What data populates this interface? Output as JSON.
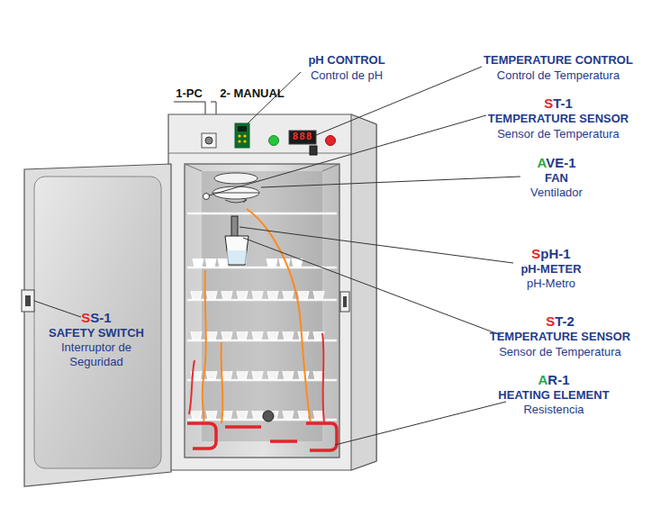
{
  "diagram": {
    "labels": [
      "1-PC",
      "2- MANUAL",
      "pH CONTROL",
      "Control de pH",
      "TEMPERATURE CONTROL",
      "Control de Temperatura",
      "ST-1",
      "TEMPERATURE SENSOR",
      "Sensor de Temperatura",
      "AVE-1",
      "FAN",
      "Ventilador",
      "SpH-1",
      "pH-METER",
      "pH-Metro",
      "ST-2",
      "TEMPERATURE SENSOR",
      "Sensor de Temperatura",
      "AR-1",
      "HEATING ELEMENT",
      "Resistencia",
      "SS-1",
      "SAFETY SWITCH",
      "Interruptor de Seguridad",
      "888"
    ]
  }
}
